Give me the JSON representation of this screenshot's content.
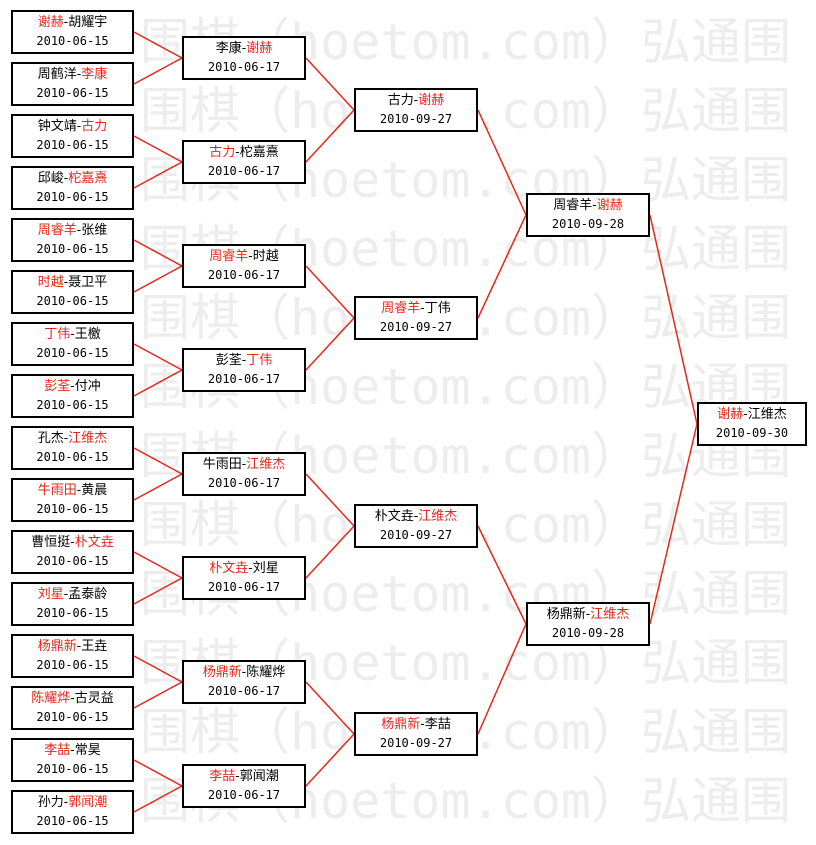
{
  "watermark": [
    "围棋（hoetom.com）弘通围",
    "围棋（hoetom.com）弘通围",
    "围棋（hoetom.com）弘通围",
    "围棋（hoetom.com）弘通围",
    "围棋（hoetom.com）弘通围",
    "围棋（hoetom.com）弘通围",
    "围棋（hoetom.com）弘通围",
    "围棋（hoetom.com）弘通围",
    "围棋（hoetom.com）弘通围",
    "围棋（hoetom.com）弘通围",
    "围棋（hoetom.com）弘通围",
    "围棋（hoetom.com）弘通围"
  ],
  "colors": {
    "winner": "#e4271c",
    "connector": "#e4271c",
    "border": "#000000"
  },
  "rounds": [
    [
      {
        "p1": "谢赫",
        "p2": "胡耀宇",
        "winner": 1,
        "date": "2010-06-15"
      },
      {
        "p1": "周鹤洋",
        "p2": "李康",
        "winner": 2,
        "date": "2010-06-15"
      },
      {
        "p1": "钟文靖",
        "p2": "古力",
        "winner": 2,
        "date": "2010-06-15"
      },
      {
        "p1": "邱峻",
        "p2": "柁嘉熹",
        "winner": 2,
        "date": "2010-06-15"
      },
      {
        "p1": "周睿羊",
        "p2": "张维",
        "winner": 1,
        "date": "2010-06-15"
      },
      {
        "p1": "时越",
        "p2": "聂卫平",
        "winner": 1,
        "date": "2010-06-15"
      },
      {
        "p1": "丁伟",
        "p2": "王檄",
        "winner": 1,
        "date": "2010-06-15"
      },
      {
        "p1": "彭荃",
        "p2": "付冲",
        "winner": 1,
        "date": "2010-06-15"
      },
      {
        "p1": "孔杰",
        "p2": "江维杰",
        "winner": 2,
        "date": "2010-06-15"
      },
      {
        "p1": "牛雨田",
        "p2": "黄晨",
        "winner": 1,
        "date": "2010-06-15"
      },
      {
        "p1": "曹恒挺",
        "p2": "朴文垚",
        "winner": 2,
        "date": "2010-06-15"
      },
      {
        "p1": "刘星",
        "p2": "孟泰龄",
        "winner": 1,
        "date": "2010-06-15"
      },
      {
        "p1": "杨鼎新",
        "p2": "王垚",
        "winner": 1,
        "date": "2010-06-15"
      },
      {
        "p1": "陈耀烨",
        "p2": "古灵益",
        "winner": 1,
        "date": "2010-06-15"
      },
      {
        "p1": "李喆",
        "p2": "常昊",
        "winner": 1,
        "date": "2010-06-15"
      },
      {
        "p1": "孙力",
        "p2": "郭闻潮",
        "winner": 2,
        "date": "2010-06-15"
      }
    ],
    [
      {
        "p1": "李康",
        "p2": "谢赫",
        "winner": 2,
        "date": "2010-06-17"
      },
      {
        "p1": "古力",
        "p2": "柁嘉熹",
        "winner": 1,
        "date": "2010-06-17"
      },
      {
        "p1": "周睿羊",
        "p2": "时越",
        "winner": 1,
        "date": "2010-06-17"
      },
      {
        "p1": "彭荃",
        "p2": "丁伟",
        "winner": 2,
        "date": "2010-06-17"
      },
      {
        "p1": "牛雨田",
        "p2": "江维杰",
        "winner": 2,
        "date": "2010-06-17"
      },
      {
        "p1": "朴文垚",
        "p2": "刘星",
        "winner": 1,
        "date": "2010-06-17"
      },
      {
        "p1": "杨鼎新",
        "p2": "陈耀烨",
        "winner": 1,
        "date": "2010-06-17"
      },
      {
        "p1": "李喆",
        "p2": "郭闻潮",
        "winner": 1,
        "date": "2010-06-17"
      }
    ],
    [
      {
        "p1": "古力",
        "p2": "谢赫",
        "winner": 2,
        "date": "2010-09-27"
      },
      {
        "p1": "周睿羊",
        "p2": "丁伟",
        "winner": 1,
        "date": "2010-09-27"
      },
      {
        "p1": "朴文垚",
        "p2": "江维杰",
        "winner": 2,
        "date": "2010-09-27"
      },
      {
        "p1": "杨鼎新",
        "p2": "李喆",
        "winner": 1,
        "date": "2010-09-27"
      }
    ],
    [
      {
        "p1": "周睿羊",
        "p2": "谢赫",
        "winner": 2,
        "date": "2010-09-28"
      },
      {
        "p1": "杨鼎新",
        "p2": "江维杰",
        "winner": 2,
        "date": "2010-09-28"
      }
    ],
    [
      {
        "p1": "谢赫",
        "p2": "江维杰",
        "winner": 1,
        "date": "2010-09-30"
      }
    ]
  ]
}
